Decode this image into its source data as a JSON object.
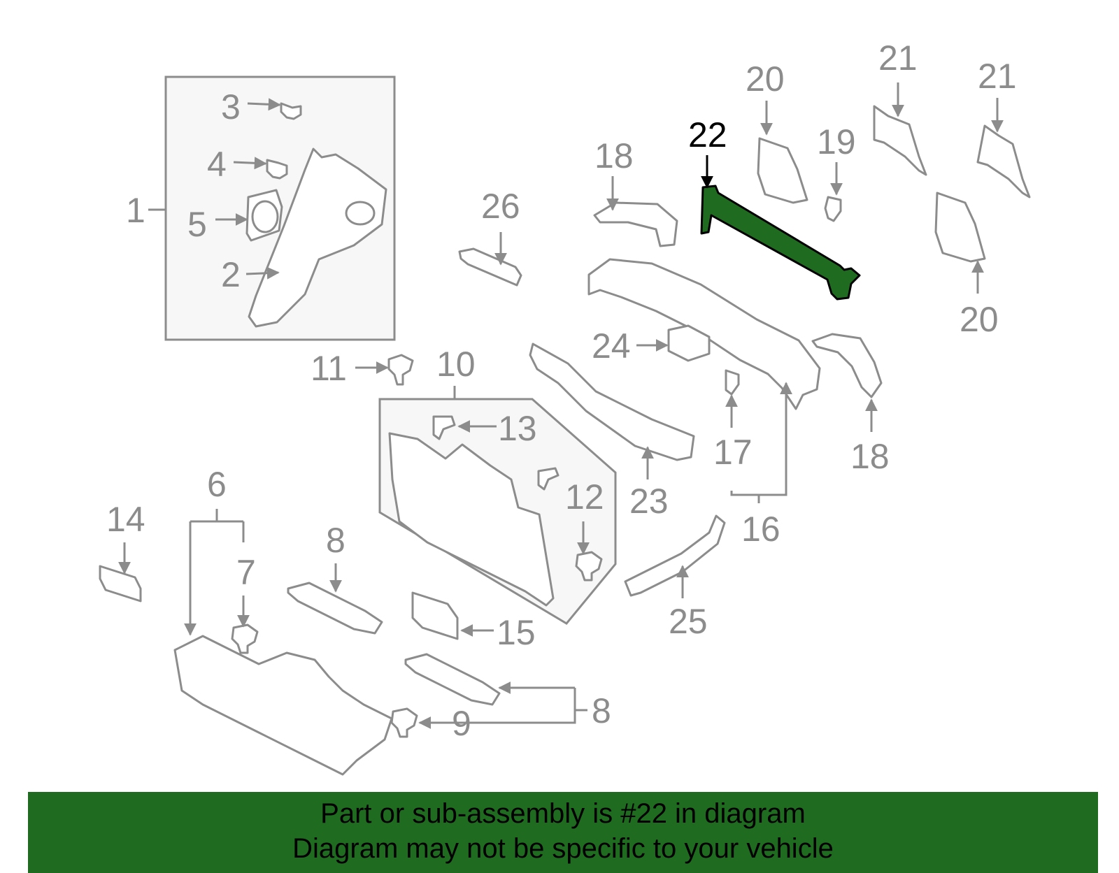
{
  "diagram": {
    "highlight_color": "#1f6b1f",
    "part_color": "#8c8c8c",
    "labels": {
      "n1": "1",
      "n2": "2",
      "n3": "3",
      "n4": "4",
      "n5": "5",
      "n6": "6",
      "n7": "7",
      "n8a": "8",
      "n8b": "8",
      "n9": "9",
      "n10": "10",
      "n11": "11",
      "n12": "12",
      "n13": "13",
      "n14": "14",
      "n15": "15",
      "n16": "16",
      "n17": "17",
      "n18a": "18",
      "n18b": "18",
      "n19": "19",
      "n20a": "20",
      "n20b": "20",
      "n21a": "21",
      "n21b": "21",
      "n22": "22",
      "n23": "23",
      "n24": "24",
      "n25": "25",
      "n26": "26"
    }
  },
  "banner": {
    "line1": "Part or sub-assembly is #22 in diagram",
    "line2": "Diagram may not be specific to your vehicle"
  }
}
